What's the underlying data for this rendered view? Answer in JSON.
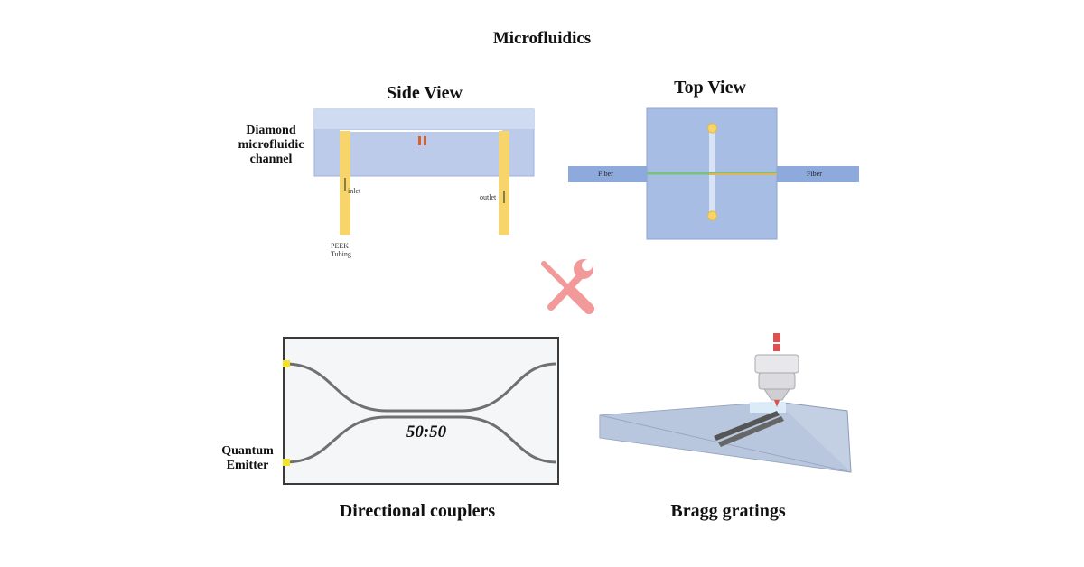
{
  "heading": "Microfluidics",
  "side_view": {
    "title": "Side View",
    "channel_label": [
      "Diamond",
      "microfluidic",
      "channel"
    ],
    "inlet": "inlet",
    "outlet": "outlet",
    "tubing": [
      "PEEK",
      "Tubing"
    ]
  },
  "top_view": {
    "title": "Top View",
    "fiber_left": "Fiber",
    "fiber_right": "Fiber"
  },
  "coupler": {
    "ratio": "50:50",
    "emitter_label": [
      "Quantum",
      "Emitter"
    ],
    "caption": "Directional couplers"
  },
  "bragg": {
    "caption": "Bragg gratings"
  },
  "colors": {
    "chip": "#a8bde4",
    "chip_light": "#c9d7ef",
    "tubing": "#f7d56b",
    "fiber": "#8ea9db",
    "tool": "#f29a9a",
    "emitter": "#f2e22a",
    "waveguide": "#707070"
  },
  "icons": {
    "tools": "wrench-screwdriver-icon",
    "objective": "microscope-objective-icon"
  }
}
